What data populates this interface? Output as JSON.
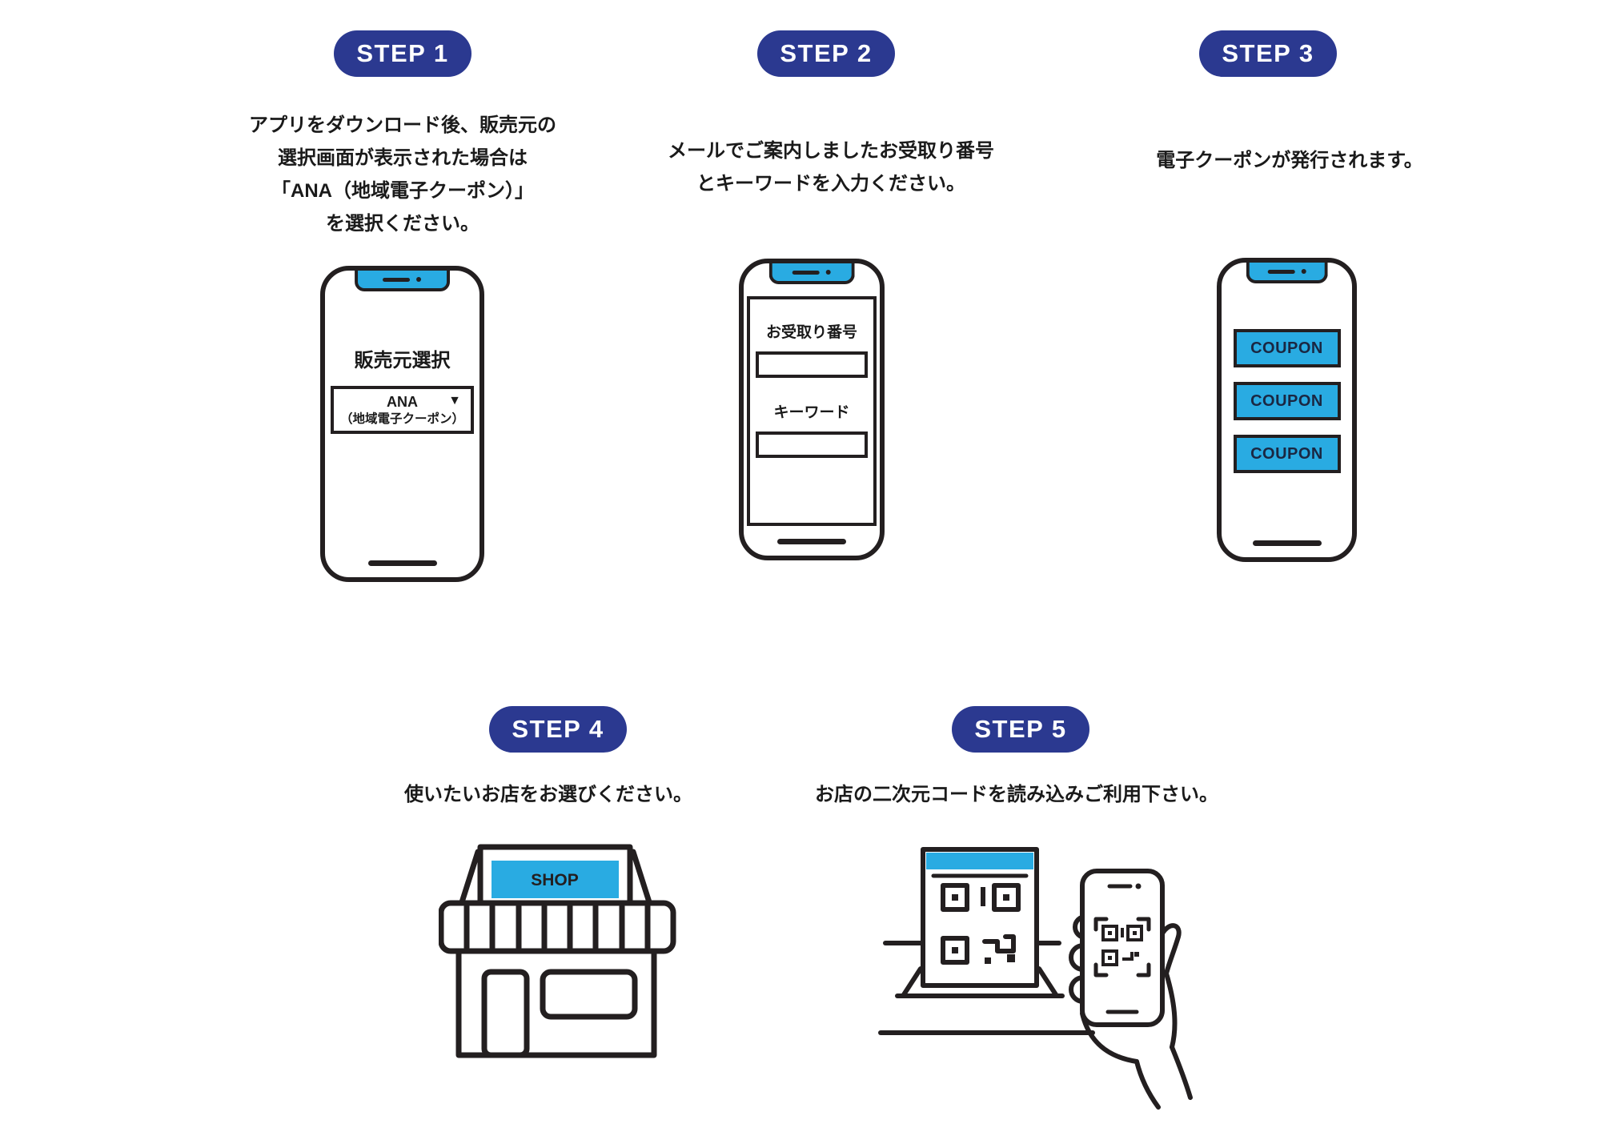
{
  "colors": {
    "badge_blue": "#2B3990",
    "accent_cyan": "#29ABE2",
    "outline_ink": "#231F20",
    "text_ink": "#1A1A1A",
    "coupon_text": "#1A2742"
  },
  "steps": [
    {
      "badge": "STEP 1",
      "lines": [
        "アプリをダウンロード後、販売元の",
        "選択画面が表示された場合は",
        "「ANA（地域電子クーポン）」",
        "を選択ください。"
      ]
    },
    {
      "badge": "STEP 2",
      "lines": [
        "メールでご案内しましたお受取り番号",
        "とキーワードを入力ください。"
      ]
    },
    {
      "badge": "STEP 3",
      "lines": [
        "電子クーポンが発行されます。"
      ]
    },
    {
      "badge": "STEP 4",
      "lines": [
        "使いたいお店をお選びください。"
      ]
    },
    {
      "badge": "STEP 5",
      "lines": [
        "お店の二次元コードを読み込みご利用下さい。"
      ]
    }
  ],
  "phone1": {
    "screen_title": "販売元選択",
    "dropdown_value": "ANA",
    "dropdown_note": "（地域電子クーポン）",
    "dropdown_arrow": "▼"
  },
  "phone2": {
    "receipt_label": "お受取り番号",
    "keyword_label": "キーワード"
  },
  "phone3": {
    "coupons": [
      "COUPON",
      "COUPON",
      "COUPON"
    ]
  },
  "shop": {
    "sign": "SHOP"
  }
}
